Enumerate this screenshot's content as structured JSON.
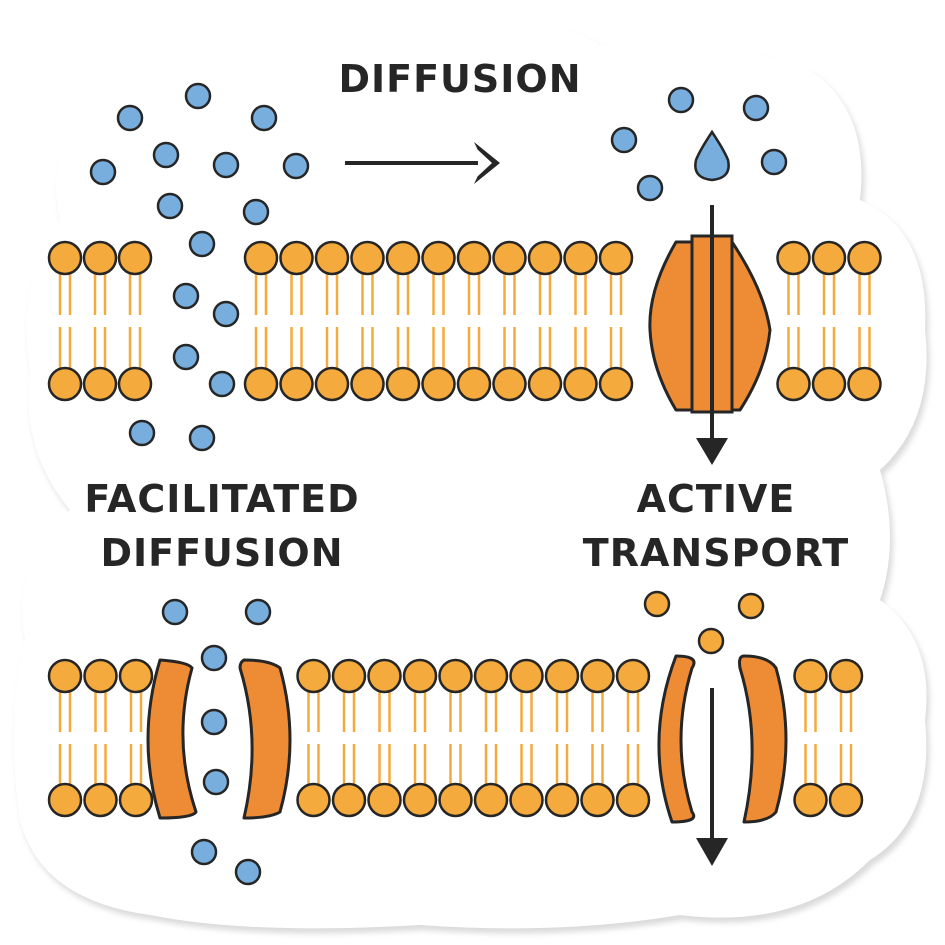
{
  "labels": {
    "diffusion": "DIFFUSION",
    "facilitated_line1": "FACILITATED",
    "facilitated_line2": "DIFFUSION",
    "active_line1": "ACTIVE",
    "active_line2": "TRANSPORT"
  },
  "colors": {
    "lipid_head": "#F5AA3D",
    "lipid_tail": "#F5AA3D",
    "protein": "#EE8B35",
    "molecule_blue": "#78AEDD",
    "molecule_orange": "#F5AA3D",
    "outline": "#262626",
    "sticker_bg": "#FFFFFF",
    "sticker_shadow": "#DADADA"
  },
  "icons": {
    "arrow_right": "arrow-right-icon",
    "arrow_down": "arrow-down-icon",
    "water_drop": "water-drop-icon"
  }
}
